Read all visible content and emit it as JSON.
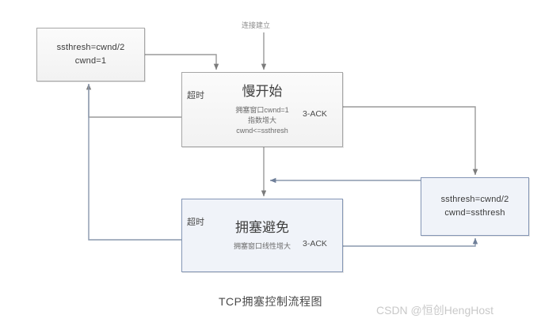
{
  "diagram": {
    "caption": "TCP拥塞控制流程图",
    "watermark": "CSDN @恒创HengHost",
    "colors": {
      "grey_border": "#a6a6a6",
      "grey_fill": "#f4f4f4",
      "blue_border": "#8496b5",
      "blue_fill": "#f0f3f9",
      "wire": "#9a9a9a",
      "wire_blue": "#8a98ae",
      "text": "#404040",
      "watermark": "#c9c9c9"
    },
    "nodes": {
      "reset": {
        "name": "ssthresh-reset-box",
        "lines": [
          "ssthresh=cwnd/2",
          "cwnd=1"
        ]
      },
      "slow_start": {
        "name": "slow-start-box",
        "title": "慢开始",
        "sub": [
          "拥塞窗口cwnd=1",
          "指数增大",
          "cwnd<=ssthresh"
        ]
      },
      "congestion_avoidance": {
        "name": "congestion-avoidance-box",
        "title": "拥塞避免",
        "sub": [
          "拥塞窗口线性增大"
        ]
      },
      "halve": {
        "name": "ssthresh-halve-box",
        "lines": [
          "ssthresh=cwnd/2",
          "cwnd=ssthresh"
        ]
      }
    },
    "edge_labels": {
      "connection_established": "连接建立",
      "timeout_slow_start": "超时",
      "timeout_avoidance": "超时",
      "ack_slow_start": "3-ACK",
      "ack_avoidance": "3-ACK"
    }
  }
}
